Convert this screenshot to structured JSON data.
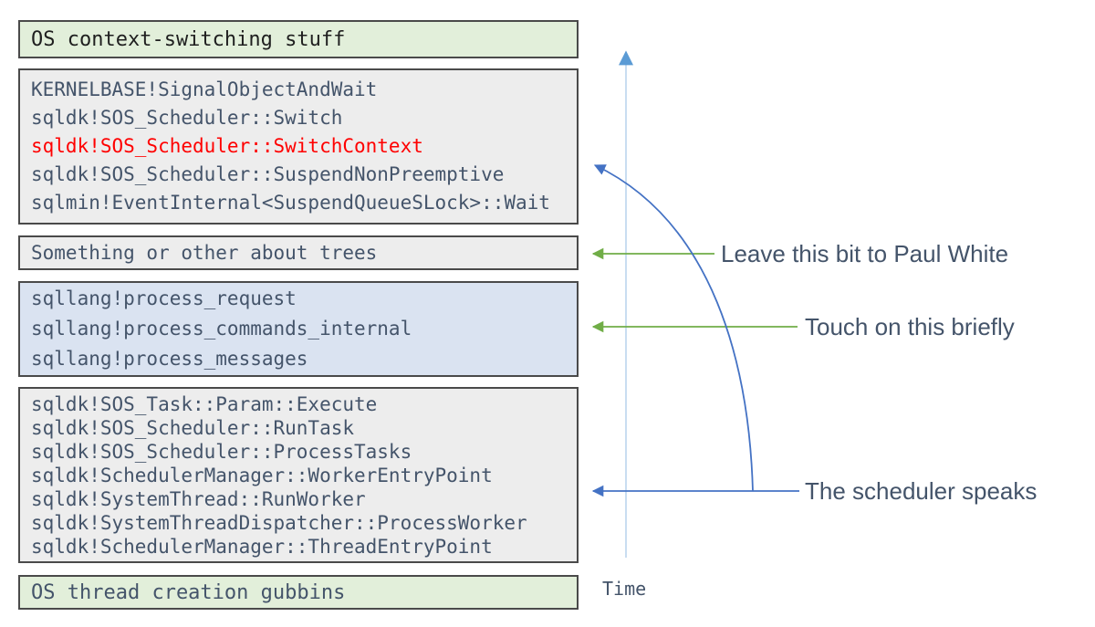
{
  "diagram": {
    "boxes": {
      "os_context": {
        "text": "OS context-switching stuff"
      },
      "wait_stack": {
        "lines": [
          "KERNELBASE!SignalObjectAndWait",
          "sqldk!SOS_Scheduler::Switch",
          "sqldk!SOS_Scheduler::SwitchContext",
          "sqldk!SOS_Scheduler::SuspendNonPreemptive",
          "sqlmin!EventInternal<SuspendQueueSLock>::Wait"
        ],
        "highlighted_line": "sqldk!SOS_Scheduler::SwitchContext"
      },
      "trees": {
        "text": "Something or other about trees"
      },
      "sqllang": {
        "lines": [
          "sqllang!process_request",
          "sqllang!process_commands_internal",
          "sqllang!process_messages"
        ]
      },
      "task_stack": {
        "lines": [
          "sqldk!SOS_Task::Param::Execute",
          "sqldk!SOS_Scheduler::RunTask",
          "sqldk!SOS_Scheduler::ProcessTasks",
          "sqldk!SchedulerManager::WorkerEntryPoint",
          "sqldk!SystemThread::RunWorker",
          "sqldk!SystemThreadDispatcher::ProcessWorker",
          "sqldk!SchedulerManager::ThreadEntryPoint"
        ]
      },
      "os_thread": {
        "text": "OS thread creation gubbins"
      }
    },
    "annotations": {
      "paul_white": {
        "text": "Leave this bit to Paul White",
        "arrow_color": "#70ad47"
      },
      "briefly": {
        "text": "Touch on this briefly",
        "arrow_color": "#70ad47"
      },
      "scheduler": {
        "text": "The scheduler speaks",
        "arrow_color": "#4472c4"
      }
    },
    "time_axis": {
      "label": "Time"
    },
    "colors": {
      "green_box_bg": "#e2efda",
      "gray_box_bg": "#ededed",
      "blue_box_bg": "#dae3f1",
      "box_border": "#4a4a4a",
      "stack_text": "#44546a",
      "highlight_text": "#ff0000",
      "green1_text": "#1f1f1f",
      "annotation_text": "#44546a",
      "green_arrow": "#70ad47",
      "blue_arrow": "#4472c4",
      "axis_line": "#c9ddf1",
      "axis_head": "#5b9bd5"
    }
  }
}
